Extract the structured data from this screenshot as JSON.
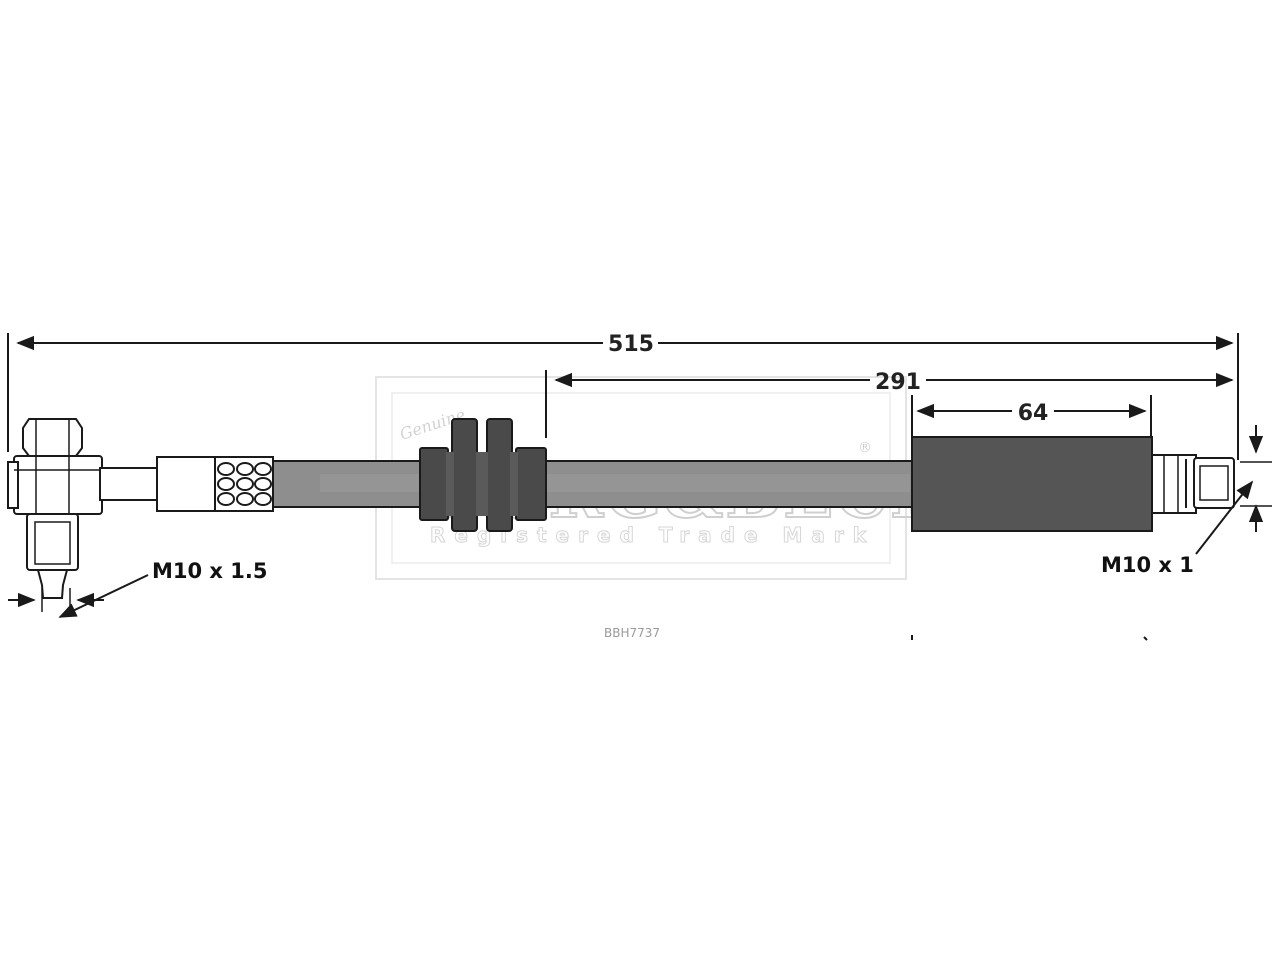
{
  "dimensions": {
    "overall_length": "515",
    "hose_length": "291",
    "sleeve_length": "64"
  },
  "threads": {
    "left_fitting": "M10 x 1.5",
    "right_fitting": "M10 x 1"
  },
  "part_number": "BBH7737",
  "watermark": {
    "script": "Genuine",
    "brand": "BORG&BECK",
    "registered": "®",
    "subtitle": "Registered Trade Mark"
  },
  "colors": {
    "line": "#1a1a1a",
    "hose": "#8e8e8e",
    "sleeve": "#555555",
    "clip": "#4a4a4a",
    "watermark": "#d0d0d0"
  }
}
